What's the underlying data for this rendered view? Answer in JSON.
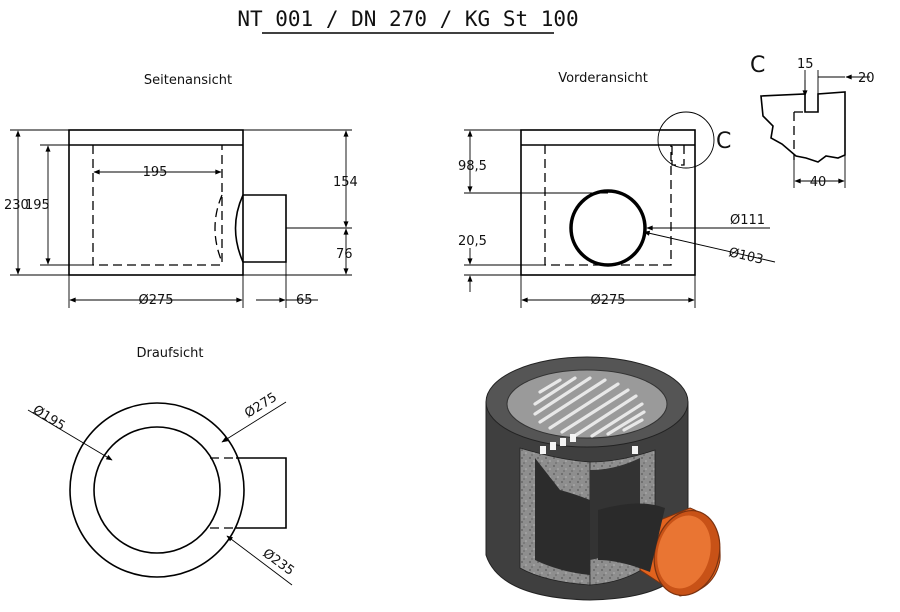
{
  "title": "NT 001 / DN 270 / KG St 100",
  "views": {
    "side": "Seitenansicht",
    "front": "Vorderansicht",
    "top": "Draufsicht"
  },
  "side_dims": {
    "h_total": "230",
    "h_inner": "195",
    "w_inner": "195",
    "h_upper": "154",
    "h_lower": "76",
    "diameter": "Ø275",
    "outlet": "65"
  },
  "front_dims": {
    "top_offset": "98,5",
    "bottom_offset": "20,5",
    "pipe_outer": "Ø111",
    "pipe_inner": "Ø103",
    "diameter": "Ø275",
    "detail_ref": "C"
  },
  "detail_dims": {
    "ref": "C",
    "a": "15",
    "b": "20",
    "c": "40"
  },
  "top_dims": {
    "inner": "Ø195",
    "outer": "Ø275",
    "pipe": "Ø235"
  },
  "colors": {
    "stroke": "#000000",
    "concrete": "#8a8a8a",
    "concrete_dark": "#3c3c3c",
    "pipe_orange": "#e2631e"
  }
}
